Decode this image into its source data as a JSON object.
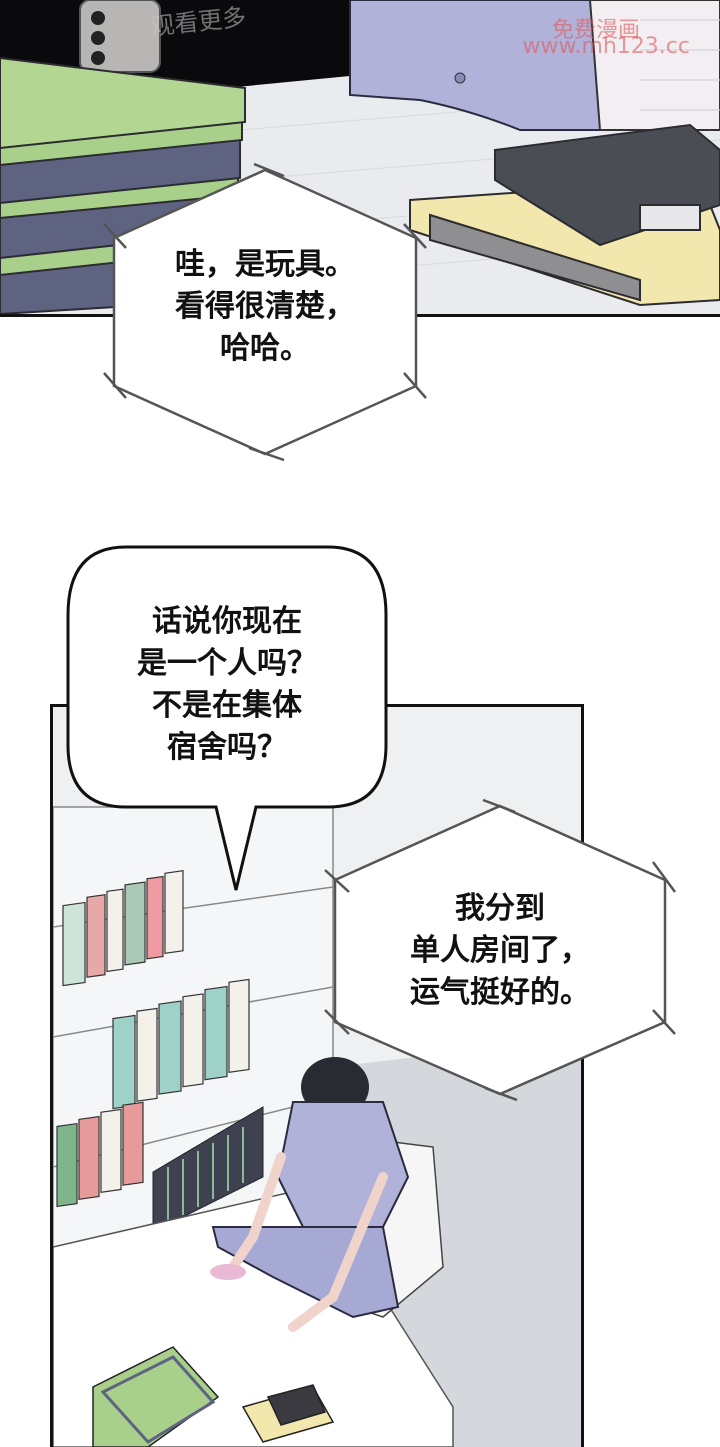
{
  "watermarks": {
    "top": "观看更多",
    "right_line1": "免费漫画",
    "right_line2": "www.mh123.cc"
  },
  "bubbles": {
    "toy": {
      "lines": [
        "哇，是玩具。",
        "看得很清楚，",
        "哈哈。"
      ]
    },
    "question": {
      "lines": [
        "话说你现在",
        "是一个人吗？",
        "不是在集体",
        "宿舍吗？"
      ]
    },
    "answer": {
      "lines": [
        "我分到",
        "单人房间了，",
        "运气挺好的。"
      ]
    }
  },
  "colors": {
    "panel_dark": "#0a0a0c",
    "folder_green": "#a9d08a",
    "folder_yellow": "#f2e7ad",
    "shirt_lavender": "#b0b2da",
    "room_gray": "#eef0f2"
  }
}
